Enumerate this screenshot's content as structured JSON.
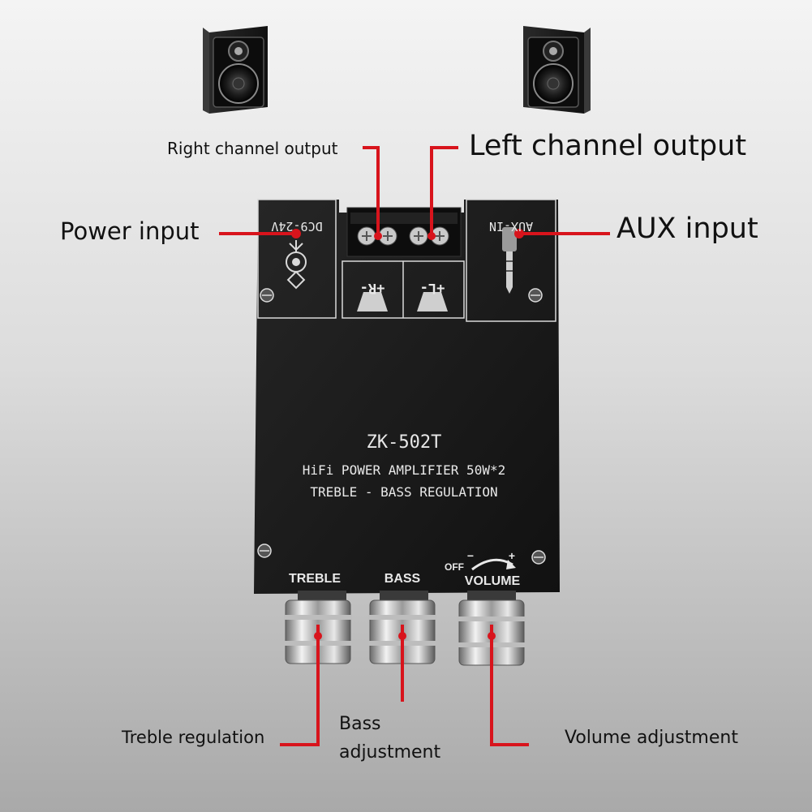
{
  "callouts": {
    "right_channel_output": "Right channel output",
    "left_channel_output": "Left channel output",
    "power_input": "Power input",
    "aux_input": "AUX input",
    "treble_regulation": "Treble regulation",
    "bass_adjustment_line1": "Bass",
    "bass_adjustment_line2": "adjustment",
    "volume_adjustment": "Volume adjustment"
  },
  "board": {
    "power_label": "DC9-24V",
    "aux_label": "AUX-IN",
    "right_polarity": "+R-",
    "left_polarity": "+L-",
    "model": "ZK-502T",
    "line1": "HiFi POWER AMPLIFIER 50W*2",
    "line2": "TREBLE - BASS  REGULATION",
    "treble_label": "TREBLE",
    "bass_label": "BASS",
    "volume_label": "VOLUME",
    "off_label": "OFF",
    "minus_label": "−",
    "plus_label": "+"
  },
  "colors": {
    "callout_line": "#d8141c",
    "board": "#1a1a1a",
    "board_text": "#e8e8e8"
  },
  "icons": [
    "speaker-icon",
    "dc-jack-icon",
    "speaker-terminal-icon",
    "audio-jack-icon",
    "knob-icon",
    "screw-icon"
  ]
}
